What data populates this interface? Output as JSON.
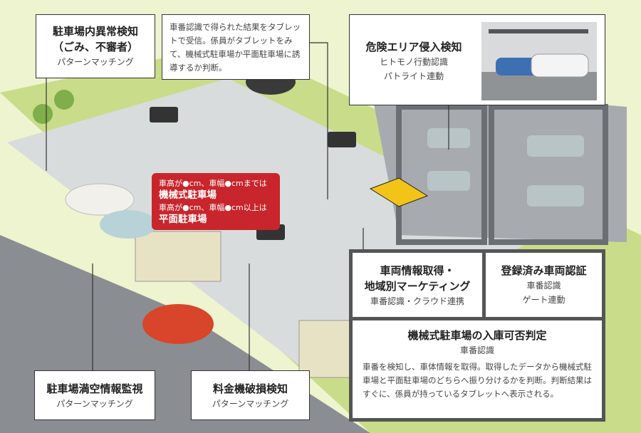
{
  "anomaly": {
    "title": "駐車場内異常検知",
    "title2": "（ごみ、不審者）",
    "sub": "パターンマッチング"
  },
  "tablet_note": {
    "text": "車番認識で得られた結果をタブレットで受信。係員がタブレットをみて、機械式駐車場か平面駐車場に誘導するか判断。"
  },
  "danger": {
    "title": "危険エリア侵入検知",
    "sub1": "ヒトモノ行動認識",
    "sub2": "パトライト連動"
  },
  "red_note": {
    "line1": "車高が●cm、車幅●cmまでは",
    "line2": "機械式駐車場",
    "line3": "車高が●cm、車幅●cm以上は",
    "line4": "平面駐車場"
  },
  "vehicle_info": {
    "title1": "車両情報取得・",
    "title2": "地域別マーケティング",
    "sub": "車番認識・クラウド連携"
  },
  "registered": {
    "title": "登録済み車両認証",
    "sub1": "車番認識",
    "sub2": "ゲート連動"
  },
  "judge": {
    "title": "機械式駐車場の入庫可否判定",
    "sub": "車番認識",
    "text": "車番を検知し、車体情報を取得。取得したデータから機械式駐車場と平面駐車場のどちらへ振り分けるかを判断。判断結果はすぐに、係員が持っているタブレットへ表示される。"
  },
  "vacancy": {
    "title": "駐車場満空情報監視",
    "sub": "パターンマッチング"
  },
  "payment": {
    "title": "料金機破損検知",
    "sub": "パターンマッチング"
  },
  "colors": {
    "accent": "#c8262c",
    "grass": "#c9dc8a",
    "lot": "#d9dcdc",
    "road": "#8a8d92"
  }
}
